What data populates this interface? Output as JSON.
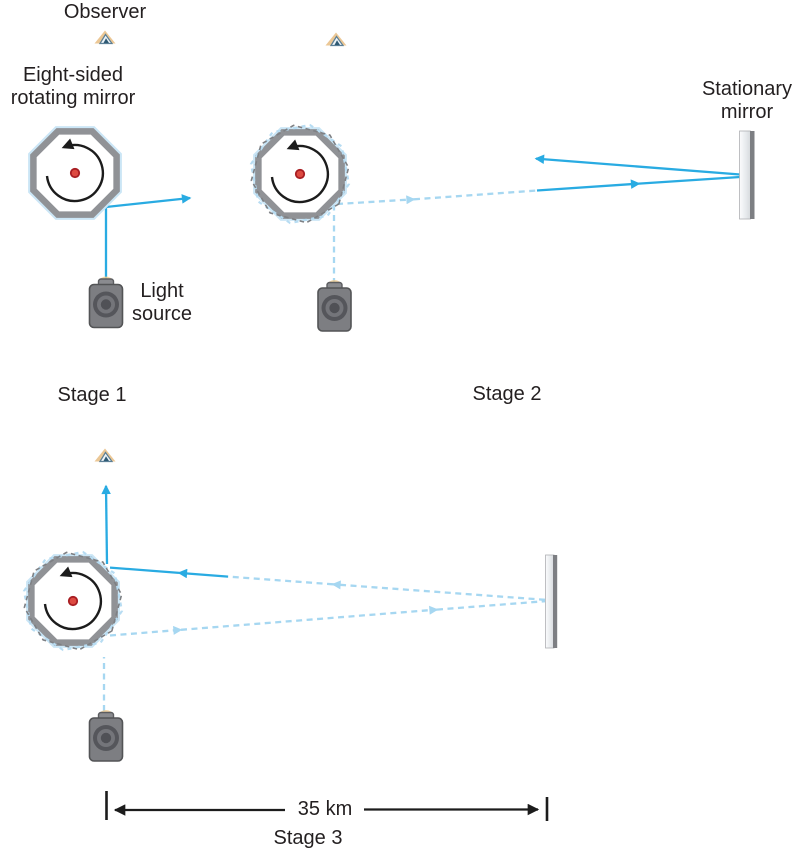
{
  "labels": {
    "observer": "Observer",
    "rotating_mirror_line1": "Eight-sided",
    "rotating_mirror_line2": "rotating mirror",
    "light_source_line1": "Light",
    "light_source_line2": "source",
    "stationary_mirror_line1": "Stationary",
    "stationary_mirror_line2": "mirror",
    "stage1": "Stage 1",
    "stage2": "Stage 2",
    "stage3": "Stage 3",
    "distance": "35 km"
  },
  "icons": {
    "observer": "eye-icon",
    "light_source": "camera-icon",
    "rotation": "counterclockwise-arrow-icon",
    "rotating_mirror": "octagon-mirror-icon",
    "stationary_mirror": "mirror-bar-icon"
  },
  "colors": {
    "ray-solid": "#29abe2",
    "ray-dashed": "#a6d7f1",
    "oct-gray": "#909296",
    "oct-blue": "#cbe6f6",
    "dash-outline": "#7e8084",
    "dash-blue": "#b7dcf2",
    "dot-red": "#dd4a41",
    "dot-ring": "#a81e23",
    "mirror-face": "#d6dadd",
    "mirror-edge": "#7d7f83",
    "arrow-black": "#1c1c1c",
    "text-color": "#231f20"
  }
}
